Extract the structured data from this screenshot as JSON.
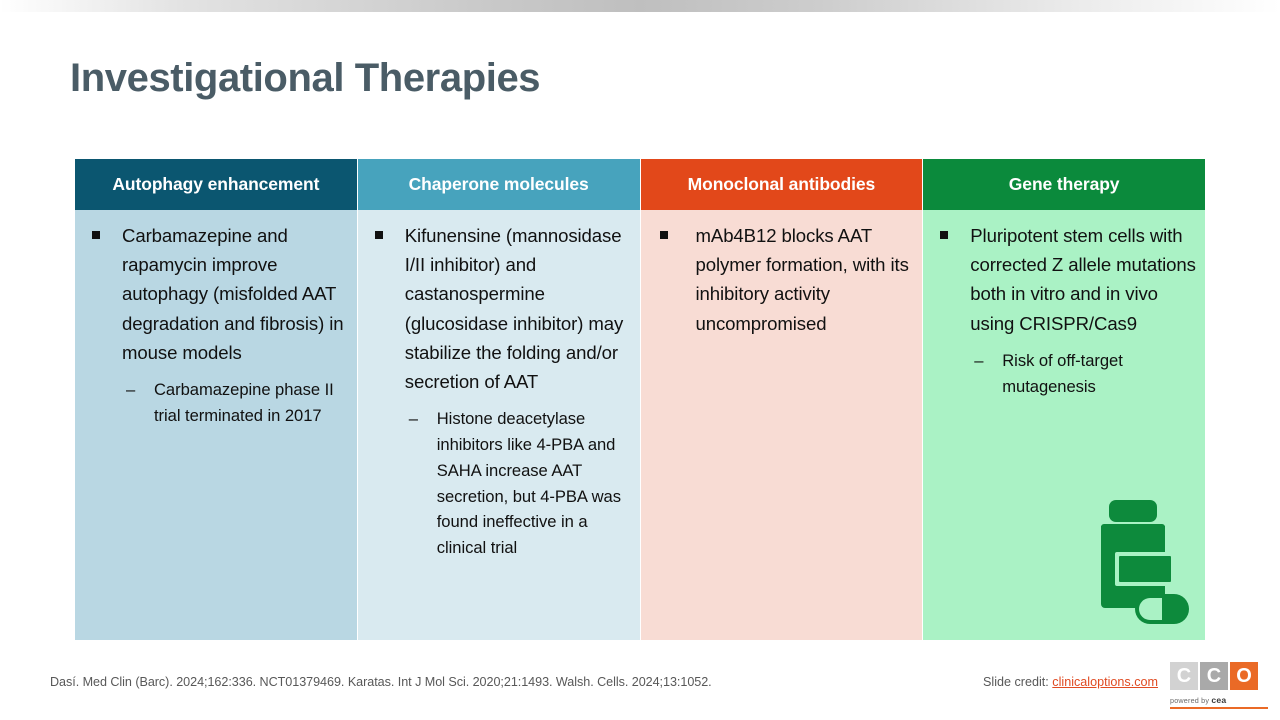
{
  "slide": {
    "title": "Investigational Therapies"
  },
  "table": {
    "columns": [
      {
        "header": "Autophagy enhancement",
        "header_color": "#0b5670",
        "body_color": "#b9d7e3",
        "bullets": [
          {
            "level": 1,
            "text": "Carbamazepine and rapamycin improve autophagy (misfolded AAT degradation and fibrosis) in mouse models"
          },
          {
            "level": 2,
            "text": "Carbamazepine phase II trial terminated in 2017"
          }
        ]
      },
      {
        "header": "Chaperone molecules",
        "header_color": "#47a3bd",
        "body_color": "#d9eaf0",
        "bullets": [
          {
            "level": 1,
            "text": "Kifunensine (mannosidase I/II inhibitor) and castanospermine (glucosidase inhibitor) may stabilize the folding and/or secretion of AAT"
          },
          {
            "level": 2,
            "text": "Histone deacetylase inhibitors like 4-PBA and SAHA increase AAT secretion, but 4-PBA was found ineffective in a clinical trial"
          }
        ]
      },
      {
        "header": "Monoclonal antibodies",
        "header_color": "#e2481a",
        "body_color": "#f8dcd4",
        "bullets": [
          {
            "level": 1,
            "text": "mAb4B12 blocks AAT polymer formation, with its inhibitory activity uncompromised"
          }
        ]
      },
      {
        "header": "Gene therapy",
        "header_color": "#0b8a3c",
        "body_color": "#aaf2c5",
        "bullets": [
          {
            "level": 1,
            "text": "Pluripotent stem cells with corrected Z allele mutations both in vitro and in vivo using CRISPR/Cas9"
          },
          {
            "level": 2,
            "text": "Risk of off-target mutagenesis"
          }
        ],
        "icon": "pill-bottle-icon",
        "icon_color": "#0d8a3c"
      }
    ]
  },
  "footer": {
    "citation": "Dasí. Med Clin (Barc). 2024;162:336. NCT01379469. Karatas. Int J Mol Sci. 2020;21:1493. Walsh. Cells. 2024;13:1052.",
    "credit_label": "Slide credit: ",
    "credit_link": "clinicaloptions.com",
    "link_color": "#e04a22",
    "logo": {
      "letters": [
        "C",
        "C",
        "O"
      ],
      "tagline_prefix": "powered by ",
      "tagline_brand": "cea"
    }
  }
}
